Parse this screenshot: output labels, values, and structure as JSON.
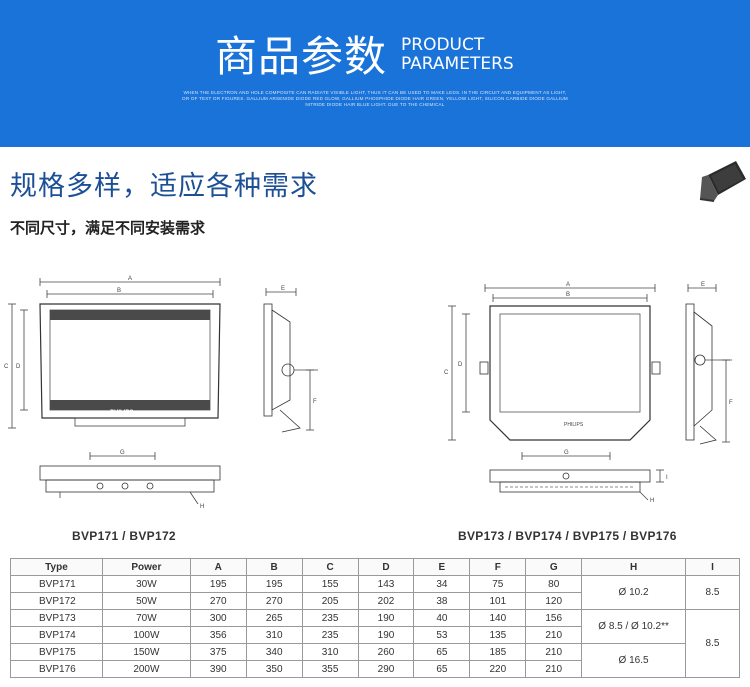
{
  "banner": {
    "title_cn": "商品参数",
    "title_en_line1": "PRODUCT",
    "title_en_line2": "PARAMETERS",
    "small_print": "WHEN THE ELECTRON AND HOLE COMPOSITE CAN RADIATE VISIBLE LIGHT, THUS IT CAN BE USED TO MAKE LEDS. IN THE CIRCUIT AND EQUIPMENT AS LIGHT, OR OF TEXT OR FIGURES. GALLIUM ARSENIDE DIODE RED GLOW, GALLIUM PHOSPHIDE DIODE HAIR GREEN, YELLOW LIGHT, SILICON CARBIDE DIODE GALLIUM NITRIDE DIODE HAIR BLUE LIGHT. DUE TO THE CHEMICAL"
  },
  "headline": "规格多样，适应各种需求",
  "subheadline": "不同尺寸，满足不同安装需求",
  "drawings": {
    "left_model": "BVP171 / BVP172",
    "right_model": "BVP173 / BVP174 / BVP175 / BVP176",
    "brand": "PHILIPS",
    "dim_letters": [
      "A",
      "B",
      "C",
      "D",
      "E",
      "F",
      "G",
      "H",
      "I"
    ]
  },
  "colors": {
    "banner": "#1a73d9",
    "headline": "#1c4f96"
  },
  "table": {
    "headers": [
      "Type",
      "Power",
      "A",
      "B",
      "C",
      "D",
      "E",
      "F",
      "G",
      "H",
      "I"
    ],
    "rows": [
      [
        "BVP171",
        "30W",
        "195",
        "195",
        "155",
        "143",
        "34",
        "75",
        "80"
      ],
      [
        "BVP172",
        "50W",
        "270",
        "270",
        "205",
        "202",
        "38",
        "101",
        "120"
      ],
      [
        "BVP173",
        "70W",
        "300",
        "265",
        "235",
        "190",
        "40",
        "140",
        "156"
      ],
      [
        "BVP174",
        "100W",
        "356",
        "310",
        "235",
        "190",
        "53",
        "135",
        "210"
      ],
      [
        "BVP175",
        "150W",
        "375",
        "340",
        "310",
        "260",
        "65",
        "185",
        "210"
      ],
      [
        "BVP176",
        "200W",
        "390",
        "350",
        "355",
        "290",
        "65",
        "220",
        "210"
      ]
    ],
    "h_values": [
      "Ø 10.2",
      "Ø 8.5 / Ø 10.2**",
      "Ø 16.5"
    ],
    "i_values": [
      "8.5",
      "8.5"
    ]
  }
}
